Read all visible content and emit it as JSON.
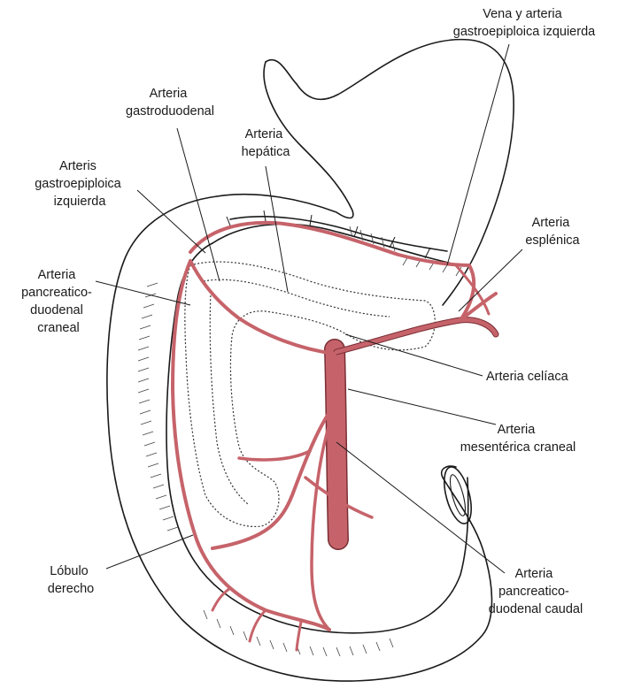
{
  "colors": {
    "artery": "#c6636a",
    "artery_outline": "#7a2f35",
    "ink": "#1a1a1a",
    "background": "#ffffff"
  },
  "labels": {
    "vena_arteria_gastroepiploica": [
      "Vena y arteria",
      "gastroepiploica izquierda"
    ],
    "arteria_gastroduodenal": [
      "Arteria",
      "gastroduodenal"
    ],
    "arteria_hepatica": [
      "Arteria",
      "hepática"
    ],
    "arteris_gastroepiploica": [
      "Arteris",
      "gastroepiploica",
      "izquierda"
    ],
    "arteria_esplenica": [
      "Arteria",
      "esplénica"
    ],
    "arteria_pancreaticoduodenal_craneal": [
      "Arteria",
      "pancreatico-",
      "duodenal",
      "craneal"
    ],
    "arteria_celiaca": [
      "Arteria celíaca"
    ],
    "arteria_mesenterica_craneal": [
      "Arteria",
      "mesentérica craneal"
    ],
    "lobulo_derecho": [
      "Lóbulo",
      "derecho"
    ],
    "arteria_pancreaticoduodenal_caudal": [
      "Arteria",
      "pancreatico-",
      "duodenal caudal"
    ]
  }
}
